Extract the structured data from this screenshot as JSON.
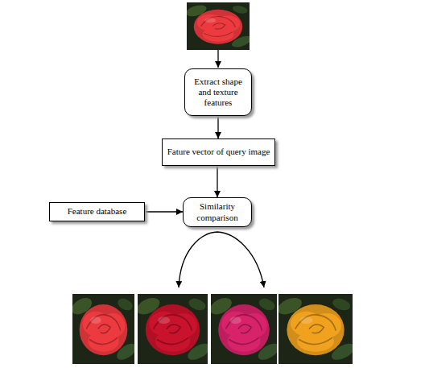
{
  "diagram": {
    "nodes": [
      {
        "text": [
          "Extract shape and texture features"
        ]
      },
      {
        "text": [
          "Fature vector of query image"
        ]
      },
      {
        "text": [
          "Feature database"
        ]
      },
      {
        "text": [
          "Similarity comparison"
        ]
      }
    ],
    "edges": [
      {
        "from": 0,
        "to": 1,
        "arrow": "to"
      },
      {
        "from": 1,
        "to": 3,
        "arrow": "to"
      },
      {
        "from": 2,
        "to": 3,
        "arrow": "to"
      }
    ]
  }
}
